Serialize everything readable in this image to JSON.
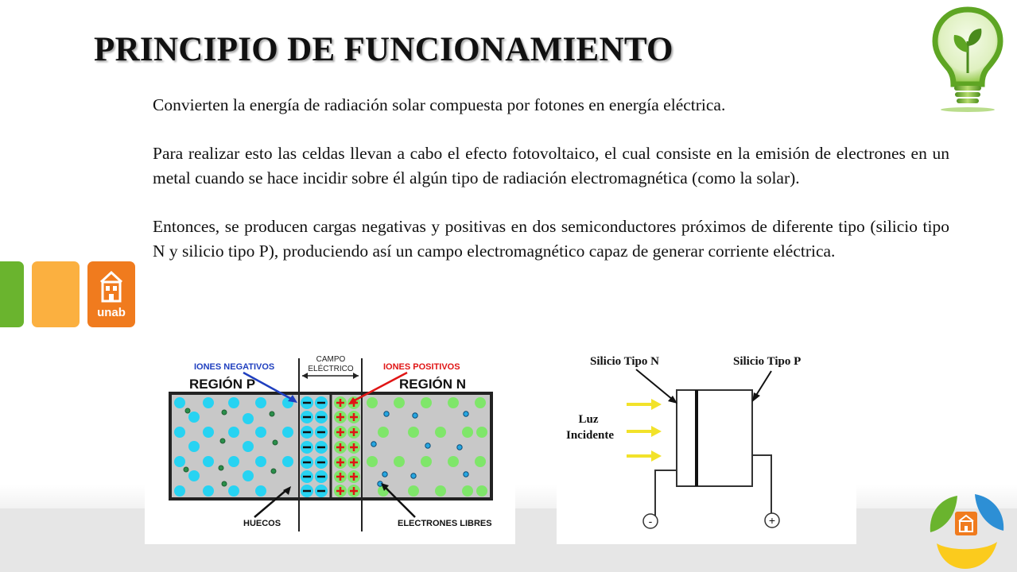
{
  "slide": {
    "title": "PRINCIPIO DE FUNCIONAMIENTO",
    "paragraphs": [
      "Convierten la energía de radiación solar compuesta por fotones en energía eléctrica.",
      "Para realizar esto las celdas llevan a cabo el efecto fotovoltaico, el cual consiste en la emisión de electrones en un metal cuando se hace incidir sobre él algún tipo de radiación electromagnética (como la solar).",
      "Entonces, se producen cargas negativas y positivas en dos semiconductores próximos de diferente tipo (silicio tipo N y silicio tipo P), produciendo así un campo electromagnético capaz de generar corriente eléctrica."
    ]
  },
  "brand": {
    "tile_label": "unab",
    "colors": {
      "green": "#6ab42e",
      "yellow": "#fbb040",
      "orange": "#f07b1e",
      "blue": "#2d8fd5"
    }
  },
  "figure_junction": {
    "label_iones_negativos": "IONES NEGATIVOS",
    "label_campo": "CAMPO",
    "label_electrico": "ELÉCTRICO",
    "label_iones_positivos": "IONES POSITIVOS",
    "label_region_p": "REGIÓN P",
    "label_region_n": "REGIÓN N",
    "label_huecos": "HUECOS",
    "label_electrones_libres": "ELECTRONES LIBRES"
  },
  "figure_cell": {
    "label_silicio_n": "Silicio Tipo N",
    "label_silicio_p": "Silicio Tipo P",
    "label_luz": "Luz",
    "label_incidente": "Incidente",
    "terminal_negative": "-",
    "terminal_positive": "+"
  }
}
